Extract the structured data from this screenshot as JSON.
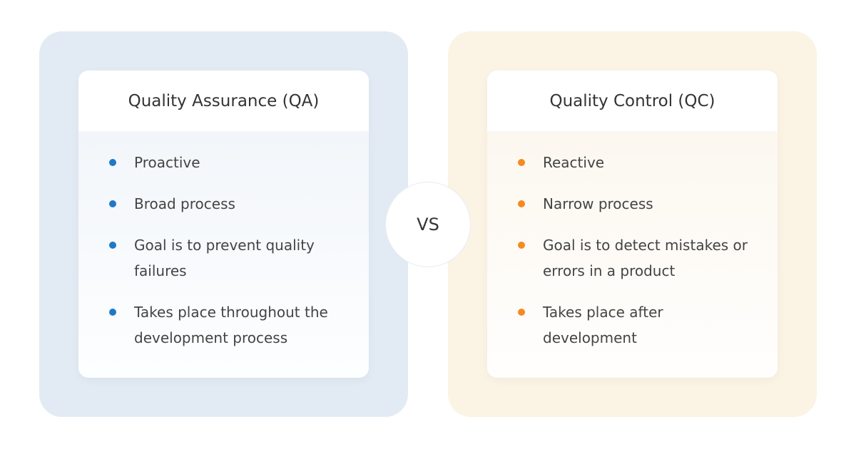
{
  "qa": {
    "title": "Quality Assurance (QA)",
    "color": "#1f78c8",
    "items": [
      "Proactive",
      "Broad process",
      "Goal is to prevent quality failures",
      "Takes place throughout the development process"
    ]
  },
  "qc": {
    "title": "Quality Control (QC)",
    "color": "#f58a1f",
    "items": [
      "Reactive",
      "Narrow process",
      "Goal is to detect mistakes or errors in a product",
      "Takes place after development"
    ]
  },
  "vs_label": "VS"
}
